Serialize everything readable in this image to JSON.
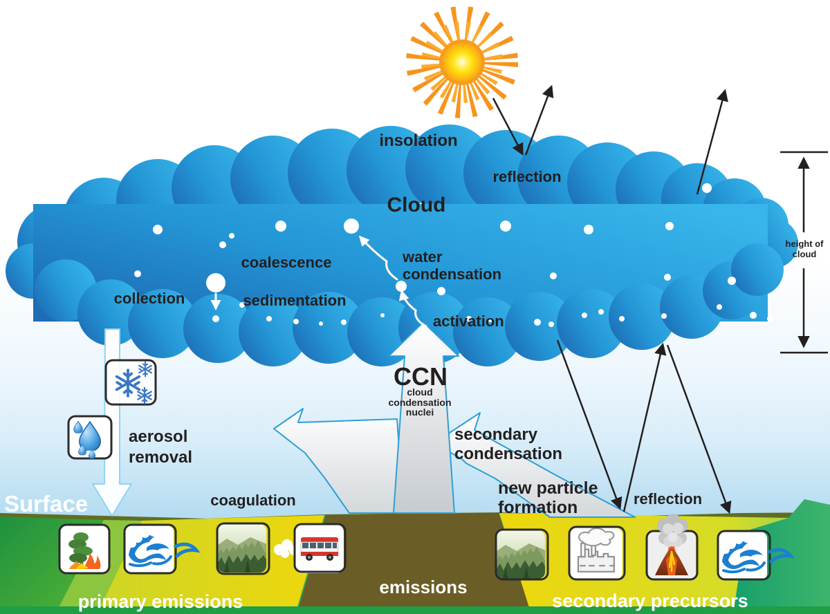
{
  "diagram_title": "Cloud",
  "colors": {
    "cloud_left": "#1d6cb5",
    "cloud_right": "#38b5ea",
    "sky_low": "#b5dcf1",
    "sun_ray_orange": "#f7941d",
    "sun_core_yellow": "#ffe719",
    "text_dark": "#231f20",
    "field_yellow": "#eed70c",
    "road_brown": "#6b5d26",
    "hill_olive": "#5f6e22",
    "green_left": "#1e9140",
    "green_right": "#16a06b",
    "arrow_band_edge": "#2d9fd6"
  },
  "labels": {
    "insolation": "insolation",
    "reflection_top": "reflection",
    "cloud_title": "Cloud",
    "coalescence": "coalescence",
    "collection": "collection",
    "sedimentation": "sedimentation",
    "water_condensation": [
      "water",
      "condensation"
    ],
    "activation": "activation",
    "ccn_abbr": "CCN",
    "ccn_full": [
      "cloud",
      "condensation",
      "nuclei"
    ],
    "aerosol_removal": [
      "aerosol",
      "removal"
    ],
    "surface": "Surface",
    "coagulation": "coagulation",
    "secondary_condensation": [
      "secondary",
      "condensation"
    ],
    "new_particle_formation": [
      "new particle",
      "formation"
    ],
    "reflection_bottom": "reflection",
    "height_of_cloud": [
      "height of",
      "cloud"
    ],
    "emissions": "emissions",
    "primary_emissions": "primary emissions",
    "secondary_precursors": "secondary precursors"
  },
  "icons": {
    "sun": "sun",
    "aerosol_removal": [
      "snowflakes",
      "raindrops"
    ],
    "primary_sources": [
      "wildfire",
      "ocean-waves",
      "forest",
      "bus"
    ],
    "secondary_sources": [
      "forest",
      "factory",
      "volcano",
      "ocean-waves"
    ]
  }
}
